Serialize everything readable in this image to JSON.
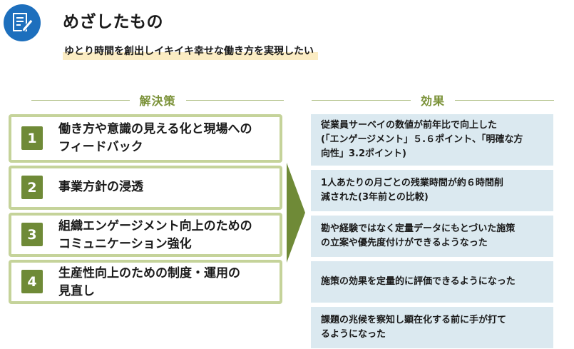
{
  "header": {
    "icon": "document-pencil-icon",
    "title": "めざしたもの",
    "subtitle": "ゆとり時間を創出しイキイキ幸せな働き方を実現したい"
  },
  "solutions": {
    "heading": "解決策",
    "items": [
      {
        "number": "1",
        "line1": "働き方や意識の見える化と現場への",
        "line2": "フィードバック"
      },
      {
        "number": "2",
        "line1": "事業方針の浸透",
        "line2": ""
      },
      {
        "number": "3",
        "line1": "組織エンゲージメント向上のための",
        "line2": "コミュニケーション強化"
      },
      {
        "number": "4",
        "line1": "生産性向上のための制度・運用の",
        "line2": "見直し"
      }
    ]
  },
  "effects": {
    "heading": "効果",
    "items": [
      {
        "line1": "従業員サーベイの数値が前年比で向上した",
        "line2": "(「エンゲージメント」５.６ポイント、「明確な方",
        "line3": "向性」3.2ポイント)"
      },
      {
        "line1": "1人あたりの月ごとの残業時間が約６時間削",
        "line2": "減された(3年前との比較)",
        "line3": ""
      },
      {
        "line1": "勘や経験ではなく定量データにもとづいた施策",
        "line2": "の立案や優先度付けができるようなった",
        "line3": ""
      },
      {
        "line1": "施策の効果を定量的に評価できるようになった",
        "line2": "",
        "line3": ""
      },
      {
        "line1": "課題の兆候を察知し顕在化する前に手が打て",
        "line2": "るようになった",
        "line3": ""
      }
    ]
  },
  "colors": {
    "accent_blue": "#1d6fbd",
    "olive": "#6f8a37",
    "light_olive": "#c5d39a",
    "effect_bg": "#dbe9f0",
    "highlight": "#fbecc3"
  }
}
